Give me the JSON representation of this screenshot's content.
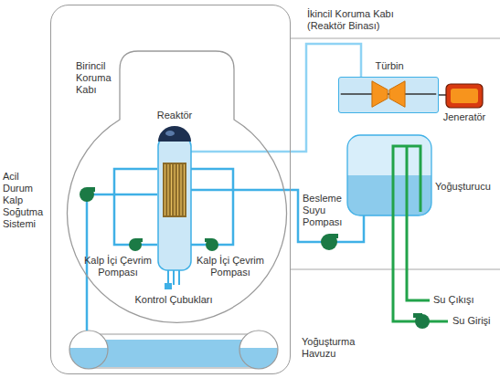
{
  "diagram": {
    "nodes": [
      {
        "text": [
          "İkincil Koruma Kabı (Reaktör Binası)"
        ]
      },
      {
        "text": [
          "Birincil Koruma Kabı"
        ],
        "in": 0
      },
      {
        "text": [
          "Reaktör"
        ],
        "in": 1
      },
      {
        "text": [
          "Türbin"
        ]
      },
      {
        "text": [
          "Jeneratör"
        ]
      },
      {
        "text": [
          "Yoğuşturucu"
        ]
      }
    ],
    "edges": [
      {
        "from": 2,
        "to": 3,
        "arrow": "none"
      },
      {
        "from": 3,
        "to": 4,
        "arrow": "none"
      },
      {
        "from": 5,
        "to": 2,
        "arrow": "none"
      }
    ],
    "labels": [
      "Acil Durum Kalp Soğutma Sistemi",
      "Kalp İçi Çevrim Pompası",
      "Kalp İçi Çevrim Pompası",
      "Kontrol Çubukları",
      "Besleme Suyu Pompası",
      "Yoğuşturma Havuzu",
      "Su Çıkışı",
      "Su Girişi"
    ]
  }
}
